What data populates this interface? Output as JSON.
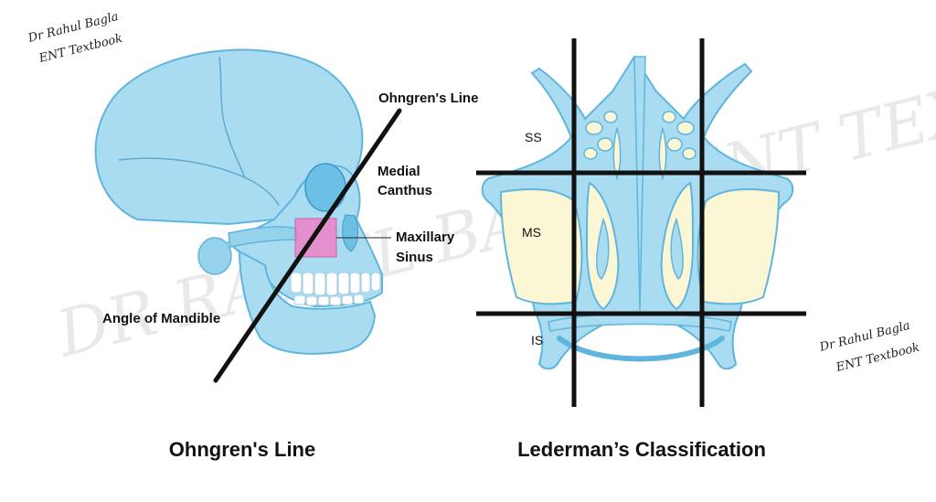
{
  "watermark": {
    "line1": "Dr Rahul Bagla",
    "line2": "ENT Textbook",
    "big": "DR RAHUL BAGLA ENT TEXTBOOK"
  },
  "left_panel": {
    "caption": "Ohngren's Line",
    "labels": {
      "ohngren_line": "Ohngren's Line",
      "medial_canthus_1": "Medial",
      "medial_canthus_2": "Canthus",
      "maxillary_sinus_1": "Maxillary",
      "maxillary_sinus_2": "Sinus",
      "angle_of_mandible": "Angle of Mandible"
    }
  },
  "right_panel": {
    "caption": "Lederman’s Classification",
    "zones": {
      "ss": "SS",
      "ms": "MS",
      "is": "IS"
    }
  },
  "colors": {
    "bone": "#a9dcf1",
    "bone_outline": "#5fb5dd",
    "sinus_fill": "#fbf6d4",
    "highlight": "#ee82c9",
    "lines": "#111111"
  }
}
